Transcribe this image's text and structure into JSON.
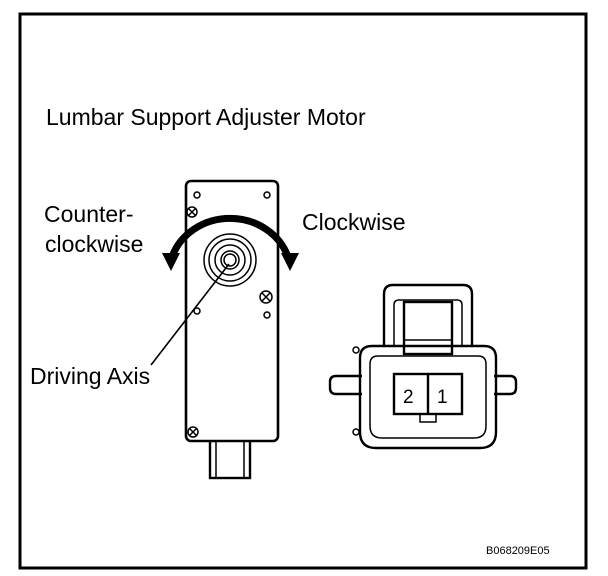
{
  "title": "Lumbar Support Adjuster Motor",
  "labels": {
    "counter_line1": "Counter-",
    "counter_line2": "clockwise",
    "clockwise": "Clockwise",
    "driving_axis": "Driving Axis"
  },
  "connector": {
    "pins": [
      "2",
      "1"
    ]
  },
  "figure_code": "B068209E05"
}
